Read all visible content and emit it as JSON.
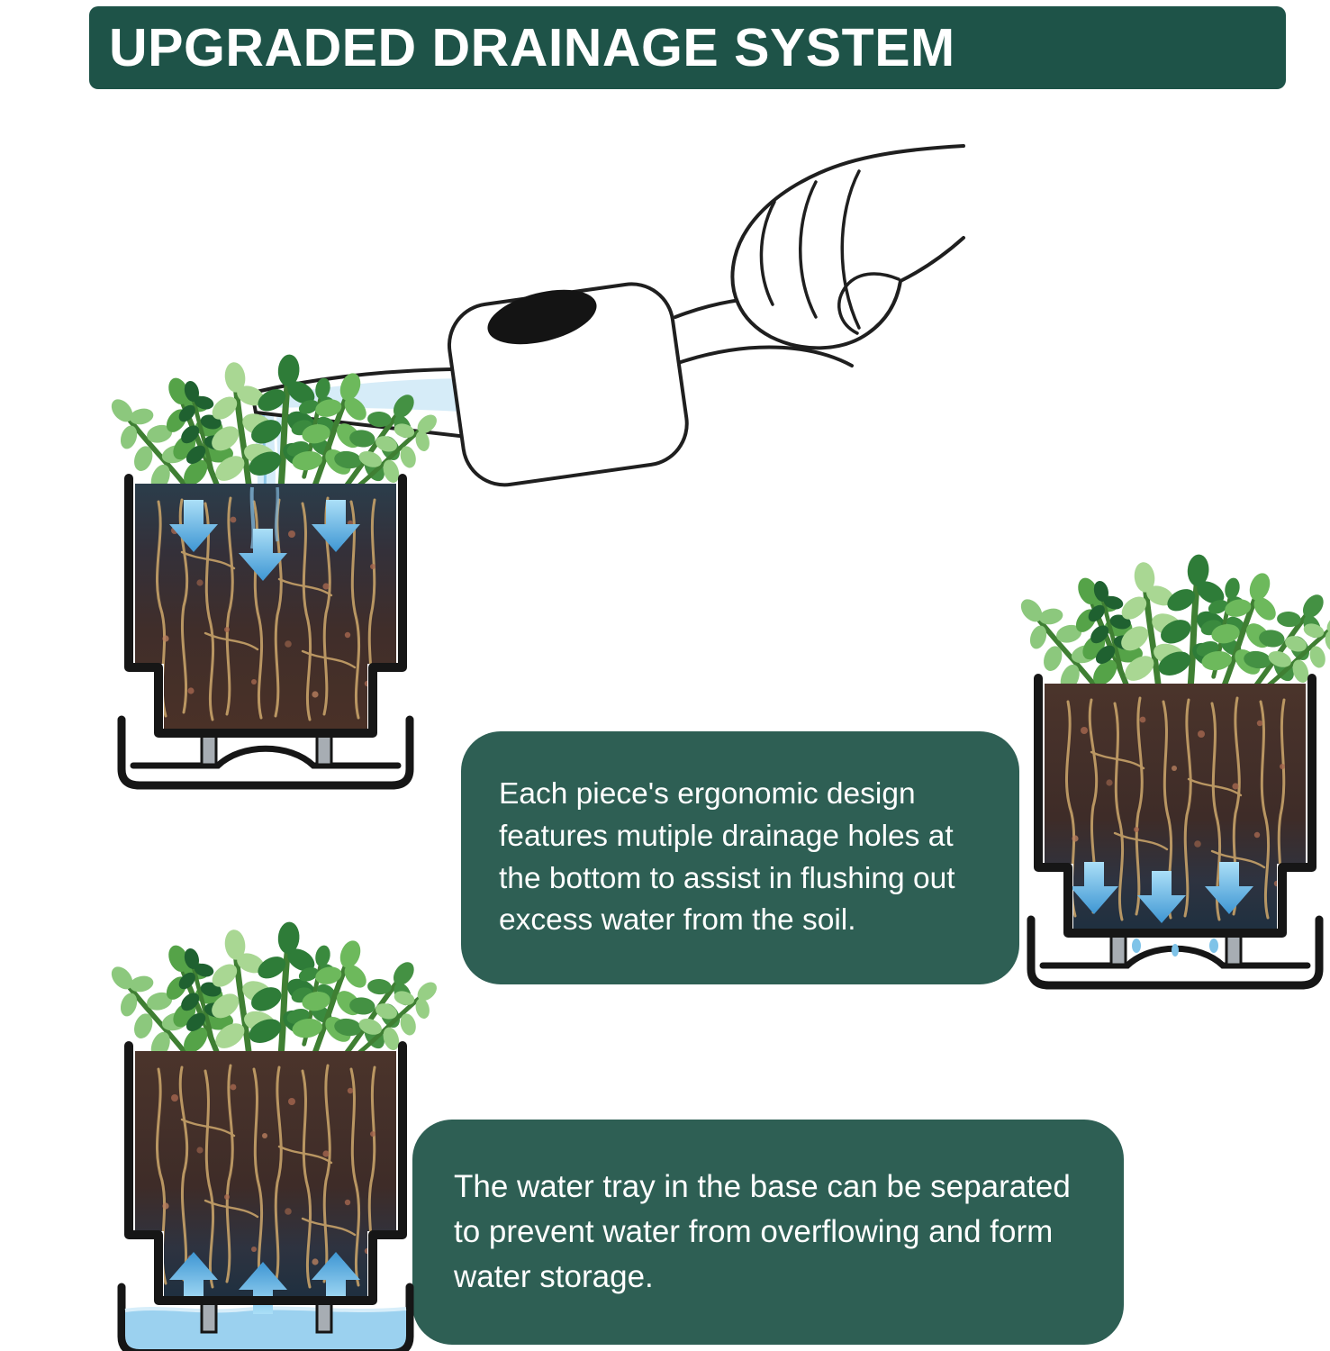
{
  "header": {
    "title": "UPGRADED DRAINAGE SYSTEM"
  },
  "callouts": {
    "drainage_holes": {
      "text": "Each piece's ergonomic design features mutiple drainage holes at the bottom to assist in flushing out excess water from the soil."
    },
    "water_tray": {
      "text": "The water tray in the base can be separated to prevent water from overflowing and form water storage."
    }
  },
  "illustrations": {
    "watering_can": "hand pouring water from a watering can onto a potted plant",
    "pot_top_watering": "planter cross-section with water soaking down from the top of the soil",
    "pot_drainage": "planter cross-section flushing excess water out through bottom drainage holes",
    "pot_water_storage": "planter cross-section storing water in the separable base tray"
  },
  "colors": {
    "banner_green": "#1e5348",
    "callout_green": "#2e5f54",
    "arrow_blue": "#3e96d3",
    "water_blue": "#9bd1ef",
    "leaf_green": "#55a348",
    "soil_brown": "#4a3127",
    "root_tan": "#c7a269"
  }
}
